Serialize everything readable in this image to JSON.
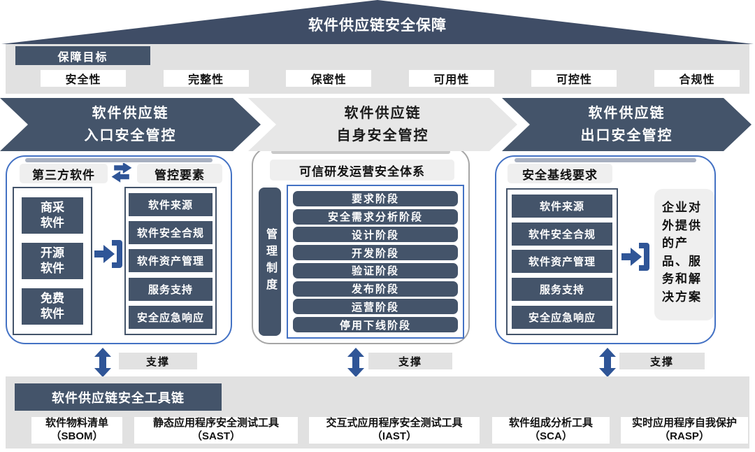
{
  "colors": {
    "dark_slate": "#44546A",
    "roof": "#3F4D66",
    "accent_blue": "#2F5597",
    "panel_border_blue": "#4472C4",
    "panel_border_gray": "#A6A6A6",
    "band_gray": "#E1E1E1",
    "header_gray": "#EFEFEF"
  },
  "roof": {
    "title": "软件供应链安全保障"
  },
  "goals": {
    "label": "保障目标",
    "items": [
      "安全性",
      "完整性",
      "保密性",
      "可用性",
      "可控性",
      "合规性"
    ]
  },
  "flow_arrows": [
    {
      "line1": "软件供应链",
      "line2": "入口安全管控",
      "style": "dark"
    },
    {
      "line1": "软件供应链",
      "line2": "自身安全管控",
      "style": "light"
    },
    {
      "line1": "软件供应链",
      "line2": "出口安全管控",
      "style": "dark"
    }
  ],
  "entry_panel": {
    "source_header": "第三方软件",
    "elements_header": "管控要素",
    "sources": [
      "商采软件",
      "开源软件",
      "免费软件"
    ],
    "elements": [
      "软件来源",
      "软件安全合规",
      "软件资产管理",
      "服务支持",
      "安全应急响应"
    ]
  },
  "process_panel": {
    "header": "可信研发运营安全体系",
    "side_label": "管理制度",
    "stages": [
      "要求阶段",
      "安全需求分析阶段",
      "设计阶段",
      "开发阶段",
      "验证阶段",
      "发布阶段",
      "运营阶段",
      "停用下线阶段"
    ]
  },
  "exit_panel": {
    "header": "安全基线要求",
    "baselines": [
      "软件来源",
      "软件安全合规",
      "软件资产管理",
      "服务支持",
      "安全应急响应"
    ],
    "output_text": "企业对外提供的产品、服务和解决方案"
  },
  "support": {
    "label": "支撑"
  },
  "toolchain": {
    "header": "软件供应链安全工具链",
    "tools": [
      {
        "name": "软件物料清单",
        "abbr": "（SBOM）"
      },
      {
        "name": "静态应用程序安全测试工具",
        "abbr": "（SAST）"
      },
      {
        "name": "交互式应用程序安全测试工具",
        "abbr": "（IAST）"
      },
      {
        "name": "软件组成分析工具",
        "abbr": "（SCA）"
      },
      {
        "name": "实时应用程序自我保护",
        "abbr": "（RASP）"
      }
    ]
  }
}
